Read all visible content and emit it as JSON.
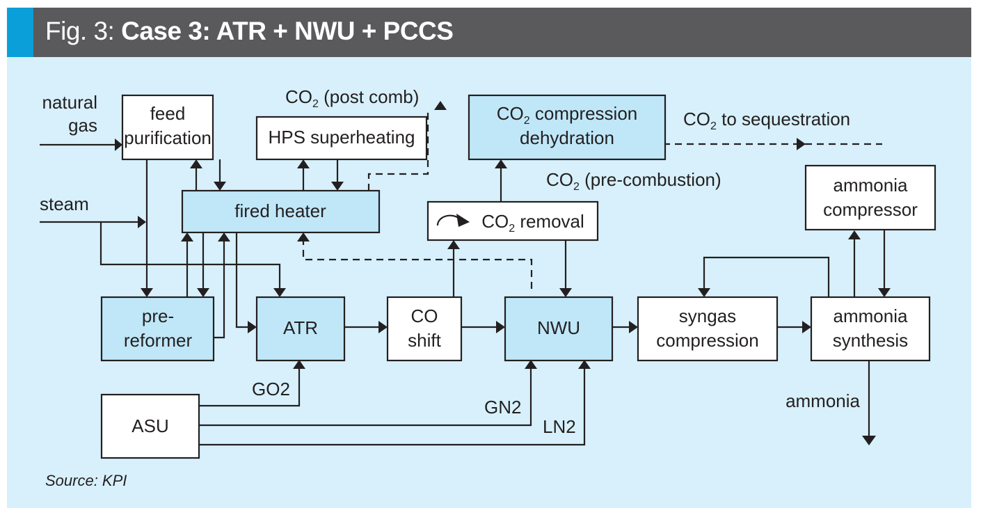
{
  "header": {
    "prefix": "Fig. 3:",
    "title": "Case 3: ATR + NWU + PCCS",
    "accent_color": "#0a9fd8",
    "bar_color": "#5a595b"
  },
  "colors": {
    "background": "#d7f0fb",
    "box_shaded": "#bfe7f8",
    "box_plain": "#ffffff",
    "line": "#231f20"
  },
  "blocks": {
    "feed_purification": {
      "line1": "feed",
      "line2": "purification"
    },
    "hps_superheating": {
      "line1": "HPS superheating"
    },
    "fired_heater": {
      "line1": "fired heater"
    },
    "co2_compression": {
      "line1_pre": "CO",
      "line1_sub": "2",
      "line1_post": " compression",
      "line2": "dehydration"
    },
    "co2_removal": {
      "pre": "CO",
      "sub": "2",
      "post": " removal"
    },
    "ammonia_compressor": {
      "line1": "ammonia",
      "line2": "compressor"
    },
    "pre_reformer": {
      "line1": "pre-",
      "line2": "reformer"
    },
    "atr": {
      "line1": "ATR"
    },
    "co_shift": {
      "line1": "CO",
      "line2": "shift"
    },
    "nwu": {
      "line1": "NWU"
    },
    "syngas_compression": {
      "line1": "syngas",
      "line2": "compression"
    },
    "ammonia_synthesis": {
      "line1": "ammonia",
      "line2": "synthesis"
    },
    "asu": {
      "line1": "ASU"
    }
  },
  "labels": {
    "natural_gas_1": "natural",
    "natural_gas_2": "gas",
    "steam": "steam",
    "co2_post_pre": "CO",
    "co2_post_sub": "2",
    "co2_post_post": " (post comb)",
    "co2_seq_pre": "CO",
    "co2_seq_sub": "2",
    "co2_seq_post": " to sequestration",
    "co2_precomb_pre": "CO",
    "co2_precomb_sub": "2",
    "co2_precomb_post": " (pre-combustion)",
    "go2": "GO2",
    "gn2": "GN2",
    "ln2": "LN2",
    "ammonia": "ammonia"
  },
  "source": "Source: KPI"
}
